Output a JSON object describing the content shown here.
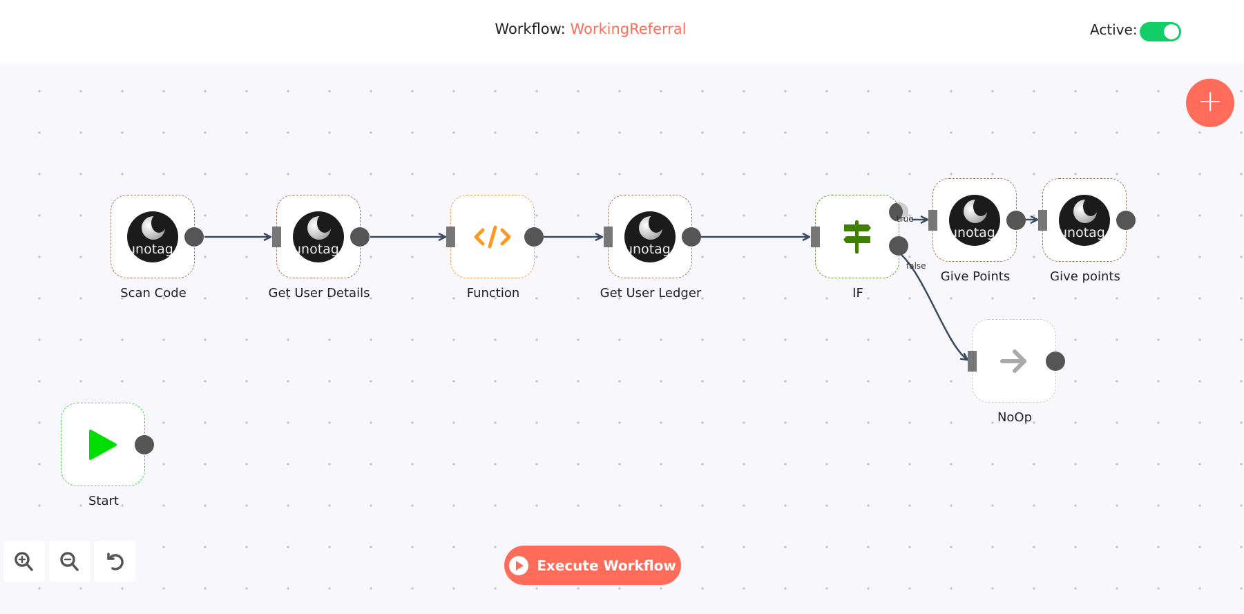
{
  "header": {
    "title_prefix": "Workflow:",
    "workflow_name": "WorkingReferral",
    "active_label": "Active:",
    "active": true
  },
  "colors": {
    "accent": "#ff6d5a",
    "toggle_on": "#13ce66",
    "edge": "#374a5e"
  },
  "nodes": [
    {
      "name": "Scan Code",
      "type": "unotag",
      "logo_text": "unotag"
    },
    {
      "name": "Get User Details",
      "type": "unotag",
      "logo_text": "unotag"
    },
    {
      "name": "Function",
      "type": "function"
    },
    {
      "name": "Get User Ledger",
      "type": "unotag",
      "logo_text": "unotag"
    },
    {
      "name": "IF",
      "type": "if"
    },
    {
      "name": "Give Points",
      "type": "unotag",
      "logo_text": "unotag"
    },
    {
      "name": "Give points",
      "type": "unotag",
      "logo_text": "unotag"
    },
    {
      "name": "NoOp",
      "type": "noop"
    },
    {
      "name": "Start",
      "type": "start"
    }
  ],
  "edge_labels": {
    "true": "true",
    "false": "false"
  },
  "controls": {
    "add_node": "+",
    "zoom_in": "zoom-in-icon",
    "zoom_out": "zoom-out-icon",
    "reset": "reset-icon",
    "execute_label": "Execute Workflow"
  }
}
